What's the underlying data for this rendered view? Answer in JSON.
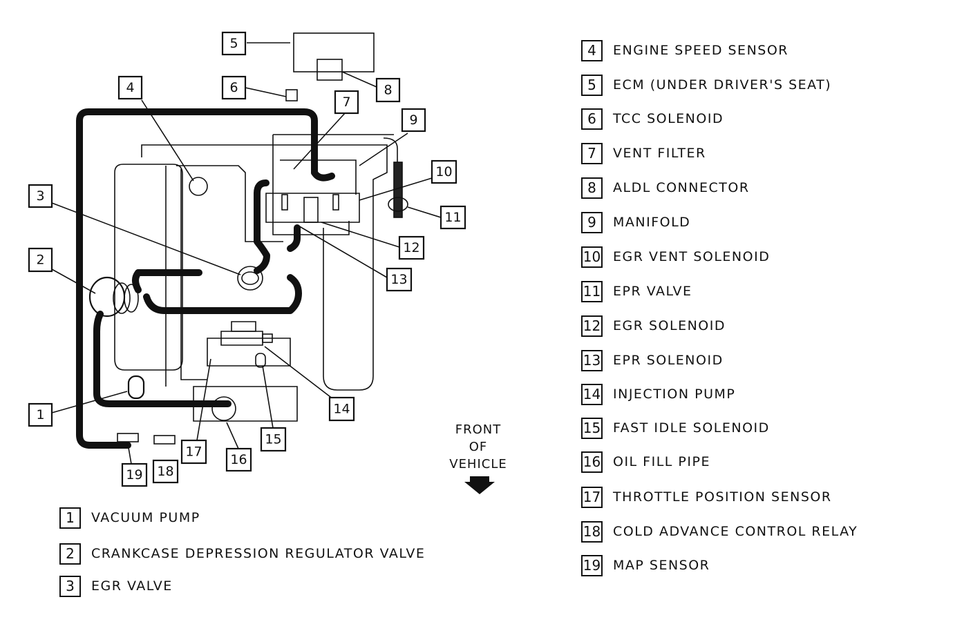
{
  "legend": [
    {
      "num": "1",
      "label": "VACUUM PUMP"
    },
    {
      "num": "2",
      "label": "CRANKCASE DEPRESSION REGULATOR VALVE"
    },
    {
      "num": "3",
      "label": "EGR VALVE"
    },
    {
      "num": "4",
      "label": "ENGINE SPEED SENSOR"
    },
    {
      "num": "5",
      "label": "ECM (UNDER DRIVER'S SEAT)"
    },
    {
      "num": "6",
      "label": "TCC SOLENOID"
    },
    {
      "num": "7",
      "label": "VENT FILTER"
    },
    {
      "num": "8",
      "label": "ALDL CONNECTOR"
    },
    {
      "num": "9",
      "label": "MANIFOLD"
    },
    {
      "num": "10",
      "label": "EGR VENT SOLENOID"
    },
    {
      "num": "11",
      "label": "EPR VALVE"
    },
    {
      "num": "12",
      "label": "EGR SOLENOID"
    },
    {
      "num": "13",
      "label": "EPR SOLENOID"
    },
    {
      "num": "14",
      "label": "INJECTION PUMP"
    },
    {
      "num": "15",
      "label": "FAST IDLE SOLENOID"
    },
    {
      "num": "16",
      "label": "OIL FILL PIPE"
    },
    {
      "num": "17",
      "label": "THROTTLE POSITION SENSOR"
    },
    {
      "num": "18",
      "label": "COLD ADVANCE CONTROL RELAY"
    },
    {
      "num": "19",
      "label": "MAP SENSOR"
    }
  ],
  "direction": {
    "line1": "FRONT",
    "line2": "OF",
    "line3": "VEHICLE"
  },
  "callouts": {
    "c1": "1",
    "c2": "2",
    "c3": "3",
    "c4": "4",
    "c5": "5",
    "c6": "6",
    "c7": "7",
    "c8": "8",
    "c9": "9",
    "c10": "10",
    "c11": "11",
    "c12": "12",
    "c13": "13",
    "c14": "14",
    "c15": "15",
    "c16": "16",
    "c17": "17",
    "c18": "18",
    "c19": "19"
  }
}
